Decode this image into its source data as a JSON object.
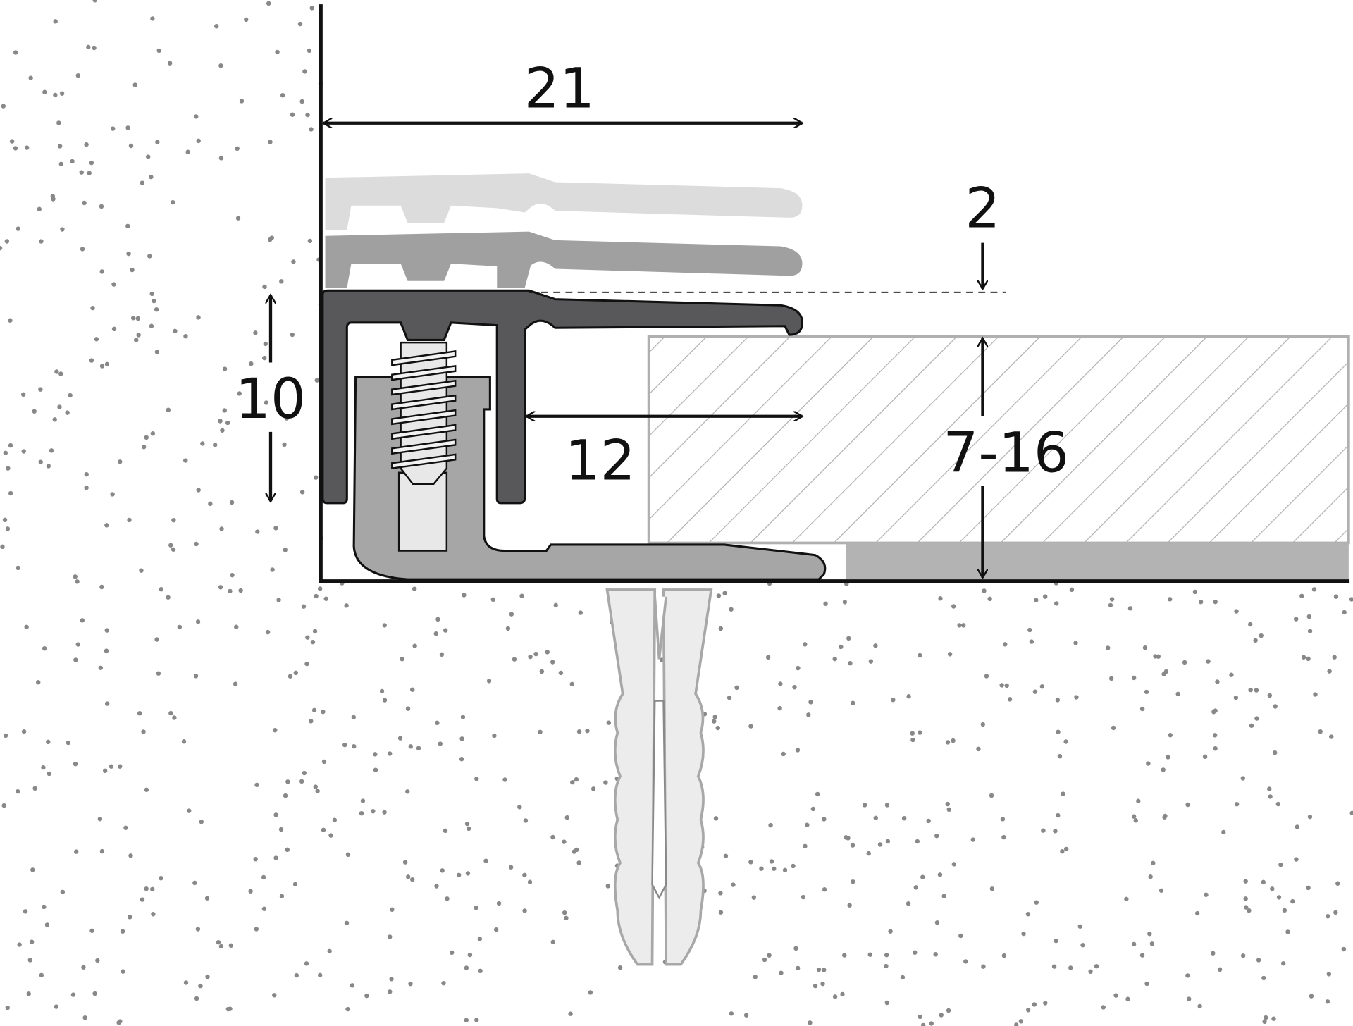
{
  "diagram": {
    "dimensions": {
      "width_total": "21",
      "offset_top": "2",
      "height_profile": "10",
      "overlap": "12",
      "covering_thickness": "7-16"
    },
    "colors": {
      "line": "#111111",
      "profile_dark": "#58585a",
      "profile_mid": "#a0a0a0",
      "profile_light": "#dcdcdc",
      "base_profile": "#a6a6a6",
      "board_hatch": "#b0b0b0",
      "underlay": "#b3b3b3",
      "dowel": "#ececec",
      "dots": "#888888"
    }
  }
}
